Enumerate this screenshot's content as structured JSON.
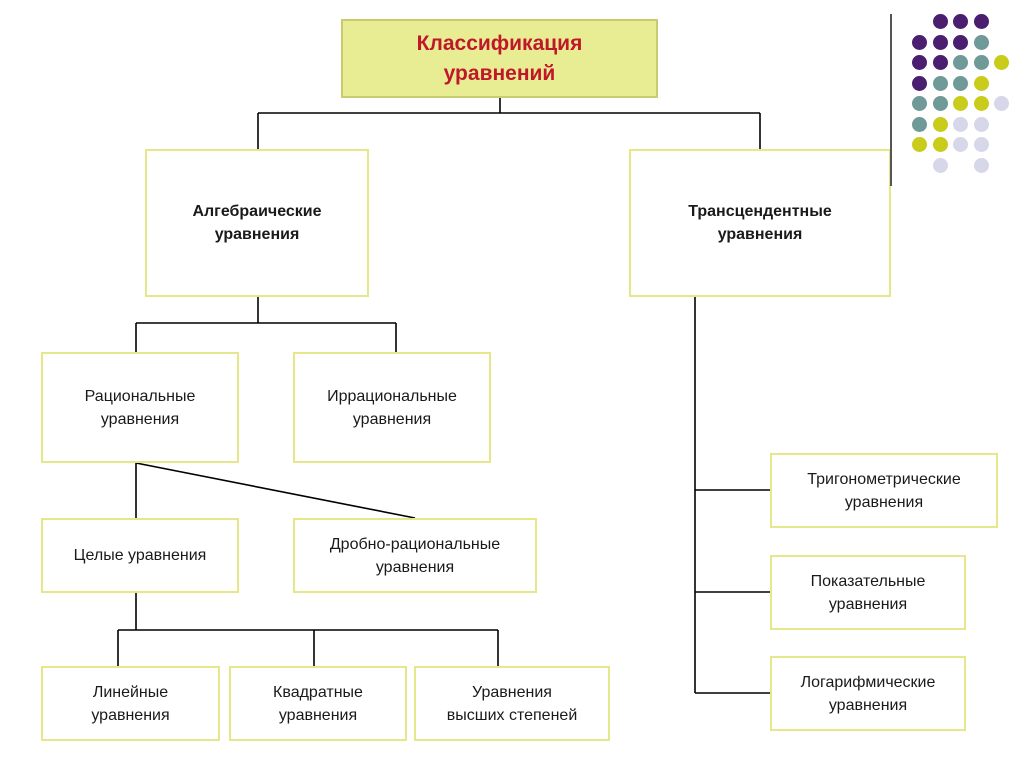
{
  "root": {
    "label": "Классификация\nуравнений"
  },
  "level1": {
    "algebraic": "Алгебраические\nуравнения",
    "transcendental": "Трансцендентные\nуравнения"
  },
  "algebraic_children": {
    "rational": "Рациональные\nуравнения",
    "irrational": "Иррациональные\nуравнения"
  },
  "rational_children": {
    "whole": "Целые уравнения",
    "fractional": "Дробно-рациональные\nуравнения"
  },
  "whole_children": {
    "linear": "Линейные\nуравнения",
    "quadratic": "Квадратные\nуравнения",
    "higher": "Уравнения\nвысших степеней"
  },
  "transcendental_children": {
    "trig": "Тригонометрические\nуравнения",
    "exponential": "Показательные\nуравнения",
    "logarithmic": "Логарифмические\nуравнения"
  },
  "decor_colors": {
    "purple": "#4b1f6f",
    "teal": "#6f9a98",
    "lime": "#c9cc1a",
    "lavender": "#d7d7ea"
  }
}
